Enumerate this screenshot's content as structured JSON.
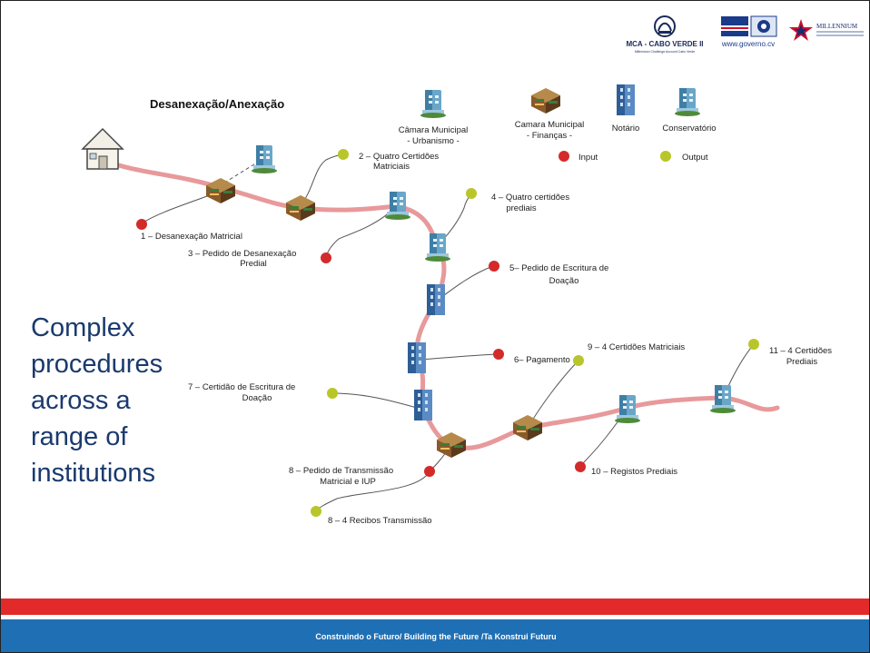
{
  "diagram": {
    "title": "Desanexação/Anexação",
    "legend": {
      "camara_urbanismo": [
        "Câmara Municipal",
        "- Urbanismo -"
      ],
      "camara_financas": [
        "Camara Municipal",
        "- Finanças -"
      ],
      "notario": "Notário",
      "conservatorio": "Conservatório",
      "input_label": "Input",
      "output_label": "Output"
    },
    "steps": {
      "s1": [
        "1 – Desanexação Matricial"
      ],
      "s2": [
        "2 – Quatro Certidões",
        "Matriciais"
      ],
      "s3": [
        "3 – Pedido de Desanexação",
        "Predial"
      ],
      "s4": [
        "4 – Quatro certidões",
        "prediais"
      ],
      "s5": [
        "5– Pedido de Escritura de",
        "Doação"
      ],
      "s6": [
        "6– Pagamento"
      ],
      "s7": [
        "7 – Certidão de Escritura de",
        "Doação"
      ],
      "s8a": [
        "8 – Pedido de Transmissão",
        "Matricial e IUP"
      ],
      "s8b": [
        "8 – 4 Recibos Transmissão"
      ],
      "s9": [
        "9 – 4 Certidões Matriciais"
      ],
      "s10": [
        "10 – Registos Prediais"
      ],
      "s11": [
        "11 – 4 Certidões",
        "Prediais"
      ]
    },
    "colors": {
      "path": "#e8999b",
      "input": "#d42a2a",
      "output": "#b8c62a",
      "connector": "#555555"
    }
  },
  "tagline": [
    "Complex",
    "procedures",
    "across a",
    "range of",
    "institutions"
  ],
  "header": {
    "mca_logo_text": "MCA - CABO VERDE II",
    "mca_logo_subtext": "Millennium Challenge Account Cabo Verde",
    "gov_url": "www.governo.cv",
    "millennium_text": "MILLENNIUM"
  },
  "footer": {
    "text": "Construindo o Futuro/ Building the Future /Ta Konstrui  Futuru"
  }
}
